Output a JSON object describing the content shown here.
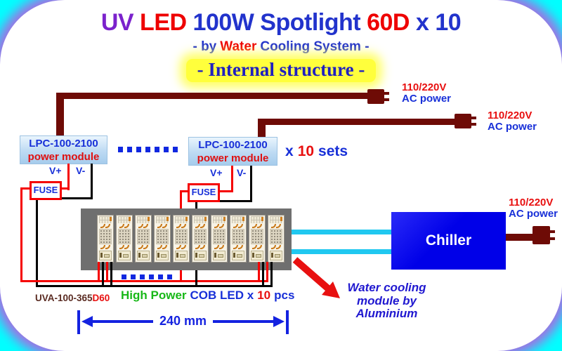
{
  "title": {
    "uv": "UV",
    "led": "LED",
    "mid": "100W Spotlight",
    "d60": "60D",
    "x10": "x 10"
  },
  "subtitle": {
    "pre": "- by",
    "water": "Water",
    "post": "Cooling System -"
  },
  "banner": {
    "label": "- Internal structure -"
  },
  "power_module": {
    "name": "LPC-100-2100",
    "type": "power module",
    "vplus": "V+",
    "vminus": "V-",
    "fuse": "FUSE"
  },
  "sets": {
    "x": "x",
    "num": "10",
    "word": "sets"
  },
  "ac": {
    "volt": "110/220V",
    "label": "AC power"
  },
  "chiller": {
    "label": "Chiller"
  },
  "cooling_note": {
    "line1": "Water cooling",
    "line2": "module by",
    "line3": "Aluminium"
  },
  "led_assembly": {
    "model": "UVA-100-365",
    "suffix": "D60",
    "hp": "High Power",
    "cob": "COB LED x",
    "num": "10",
    "pcs": "pcs",
    "strip_count": 10
  },
  "dimension": {
    "label": "240 mm"
  },
  "colors": {
    "frame_outer": "#00FFFF",
    "frame_glow": "#A26FE3",
    "banner_yellow": "#FFFF3C",
    "cable_maroon": "#6E0B06",
    "wire_red": "#F50000",
    "wire_black": "#000000",
    "tube_cyan": "#20C8F0",
    "chiller_blue": "#0000E8",
    "heatsink_gray": "#6F6F6F",
    "accent_blue": "#1830D8",
    "accent_red": "#E81010",
    "accent_purple": "#7B22CC",
    "accent_green": "#18B818"
  }
}
